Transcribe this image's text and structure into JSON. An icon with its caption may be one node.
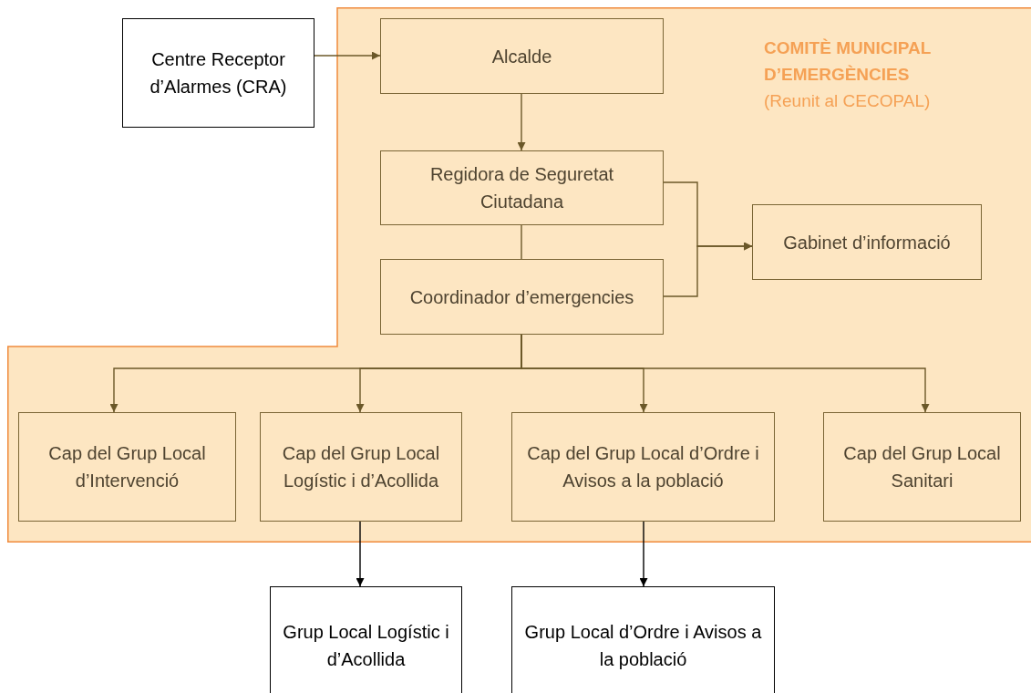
{
  "diagram": {
    "nodes": [
      {
        "text": [
          "COMITÈ MUNICIPAL D’EMERGÈNCIES",
          "(Reunit al CECOPAL)"
        ]
      },
      {
        "text": [
          "Centre Receptor d’Alarmes (CRA)"
        ]
      },
      {
        "text": [
          "Alcalde"
        ],
        "in": 0
      },
      {
        "text": [
          "Regidora de Seguretat Ciutadana"
        ],
        "in": 0
      },
      {
        "text": [
          "Coordinador d’emergencies"
        ],
        "in": 0
      },
      {
        "text": [
          "Gabinet d’informació"
        ],
        "in": 0
      },
      {
        "text": [
          "Cap del Grup Local d’Intervenció"
        ],
        "in": 0
      },
      {
        "text": [
          "Cap del Grup Local Logístic i d’Acollida"
        ],
        "in": 0
      },
      {
        "text": [
          "Cap del Grup Local d’Ordre i Avisos a la població"
        ],
        "in": 0
      },
      {
        "text": [
          "Cap del Grup Local Sanitari"
        ],
        "in": 0
      },
      {
        "text": [
          "Grup Local Logístic i d’Acollida"
        ]
      },
      {
        "text": [
          "Grup Local d’Ordre i Avisos a la població"
        ]
      }
    ],
    "edges": [
      {
        "from": 1,
        "to": 2,
        "arrow": "to"
      },
      {
        "from": 2,
        "to": 3,
        "arrow": "to"
      },
      {
        "from": 3,
        "to": 4,
        "arrow": "none"
      },
      {
        "from": 3,
        "to": 5,
        "arrow": "to"
      },
      {
        "from": 4,
        "to": 5,
        "arrow": "to"
      },
      {
        "from": 4,
        "to": 6,
        "arrow": "to"
      },
      {
        "from": 4,
        "to": 7,
        "arrow": "to"
      },
      {
        "from": 4,
        "to": 8,
        "arrow": "to"
      },
      {
        "from": 4,
        "to": 9,
        "arrow": "to"
      },
      {
        "from": 7,
        "to": 10,
        "arrow": "to",
        "color": "#000000"
      },
      {
        "from": 8,
        "to": 11,
        "arrow": "to",
        "color": "#000000"
      }
    ]
  }
}
